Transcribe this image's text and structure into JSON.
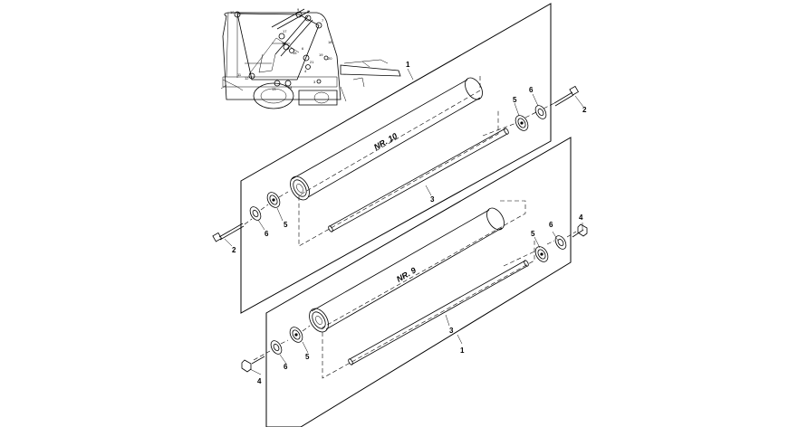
{
  "figure": {
    "roller_upper_title": "NR. 10",
    "roller_lower_title": "NR. 9",
    "callouts": {
      "c1_top": "1",
      "c1_bottom": "1",
      "c2_left": "2",
      "c2_right": "2",
      "c3_top": "3",
      "c3_bottom": "3",
      "c4_left": "4",
      "c4_right": "4",
      "c5_a": "5",
      "c5_b": "5",
      "c5_c": "5",
      "c5_d": "5",
      "c6_a": "6",
      "c6_b": "6",
      "c6_c": "6",
      "c6_d": "6"
    },
    "inset_labels": [
      "10",
      "9",
      "8",
      "7",
      "17",
      "16",
      "15",
      "14",
      "13",
      "12",
      "11",
      "18",
      "19",
      "20",
      "21",
      "4",
      "6",
      "3"
    ]
  }
}
